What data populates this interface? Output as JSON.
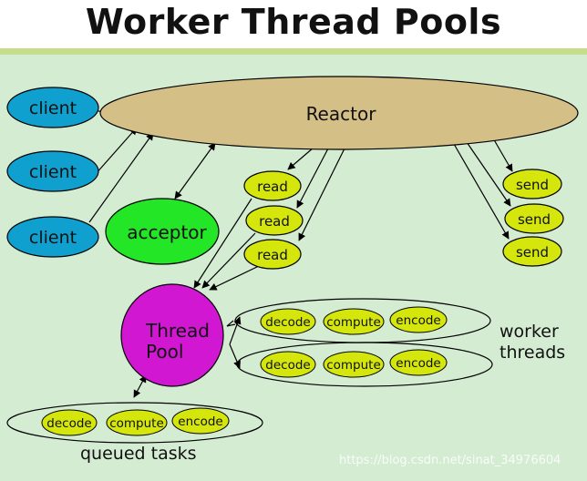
{
  "title": "Worker Thread Pools",
  "reactor": "Reactor",
  "clients": [
    "client",
    "client",
    "client"
  ],
  "acceptor": "acceptor",
  "reads": [
    "read",
    "read",
    "read"
  ],
  "sends": [
    "send",
    "send",
    "send"
  ],
  "thread_pool": {
    "line1": "Thread",
    "line2": "Pool"
  },
  "worker_threads": {
    "line1": "worker",
    "line2": "threads",
    "rows": [
      [
        "decode",
        "compute",
        "encode"
      ],
      [
        "decode",
        "compute",
        "encode"
      ]
    ]
  },
  "queued_tasks": {
    "label": "queued tasks",
    "items": [
      "decode",
      "compute",
      "encode"
    ]
  },
  "watermark": "https://blog.csdn.net/sinat_34976604",
  "colors": {
    "background": "#d4ecd2",
    "reactor": "#d4bf87",
    "client": "#0fa0cf",
    "acceptor": "#22e626",
    "read_send": "#d4e60c",
    "task": "#d4e60c",
    "thread_pool": "#d117d1",
    "title_rule": "#c6de8c"
  }
}
